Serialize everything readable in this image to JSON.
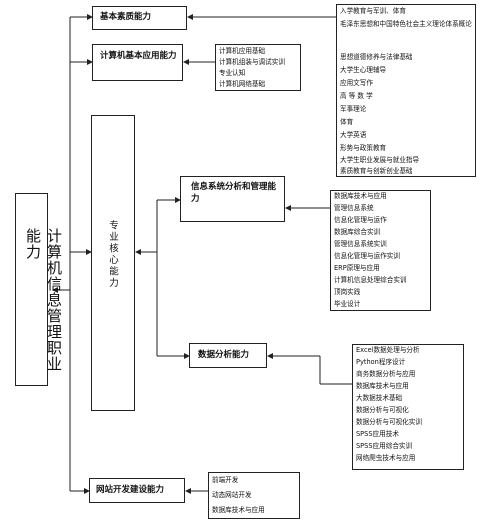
{
  "root": "计算机信息管理职业能力",
  "core": "专业核心能力",
  "basic": {
    "title": "基本素质能力",
    "items": [
      "入学教育与军训、体育",
      "毛泽东思想和中国特色社会主义理论体系概论",
      "思想道德修养与法律基础",
      "大学生心理辅导",
      "应用文写作",
      "高 等 数 学",
      "军事理论",
      "体育",
      "大学英语",
      "形势与政策教育",
      "大学生职业发展与就业指导",
      "素质教育与创新创业基础"
    ]
  },
  "computer": {
    "title": "计算机基本应用能力",
    "items": [
      "计算机应用基础",
      "计算机组装与调试实训",
      "专业认知",
      "计算机网络基础"
    ]
  },
  "infosys": {
    "title": "信息系统分析和管理能力",
    "items": [
      "数据库技术与应用",
      "管理信息系统",
      "信息化管理与运作",
      "数据库综合实训",
      "管理信息系统实训",
      "信息化管理与运作实训",
      "ERP原理与应用",
      "计算机信息处理综合实训",
      "顶岗实践",
      "毕业设计"
    ]
  },
  "data": {
    "title": "数据分析能力",
    "items": [
      "Excel数据处理与分析",
      "Python程序设计",
      "商务数据分析与应用",
      "数据库技术与应用",
      "大数据技术基础",
      "数据分析与可视化",
      "数据分析与可视化实训",
      "SPSS应用技术",
      "SPSS应用综合实训",
      "网络爬虫技术与应用"
    ]
  },
  "web": {
    "title": "网站开发建设能力",
    "items": [
      "前端开发",
      "动态网站开发",
      "数据库技术与应用"
    ]
  }
}
